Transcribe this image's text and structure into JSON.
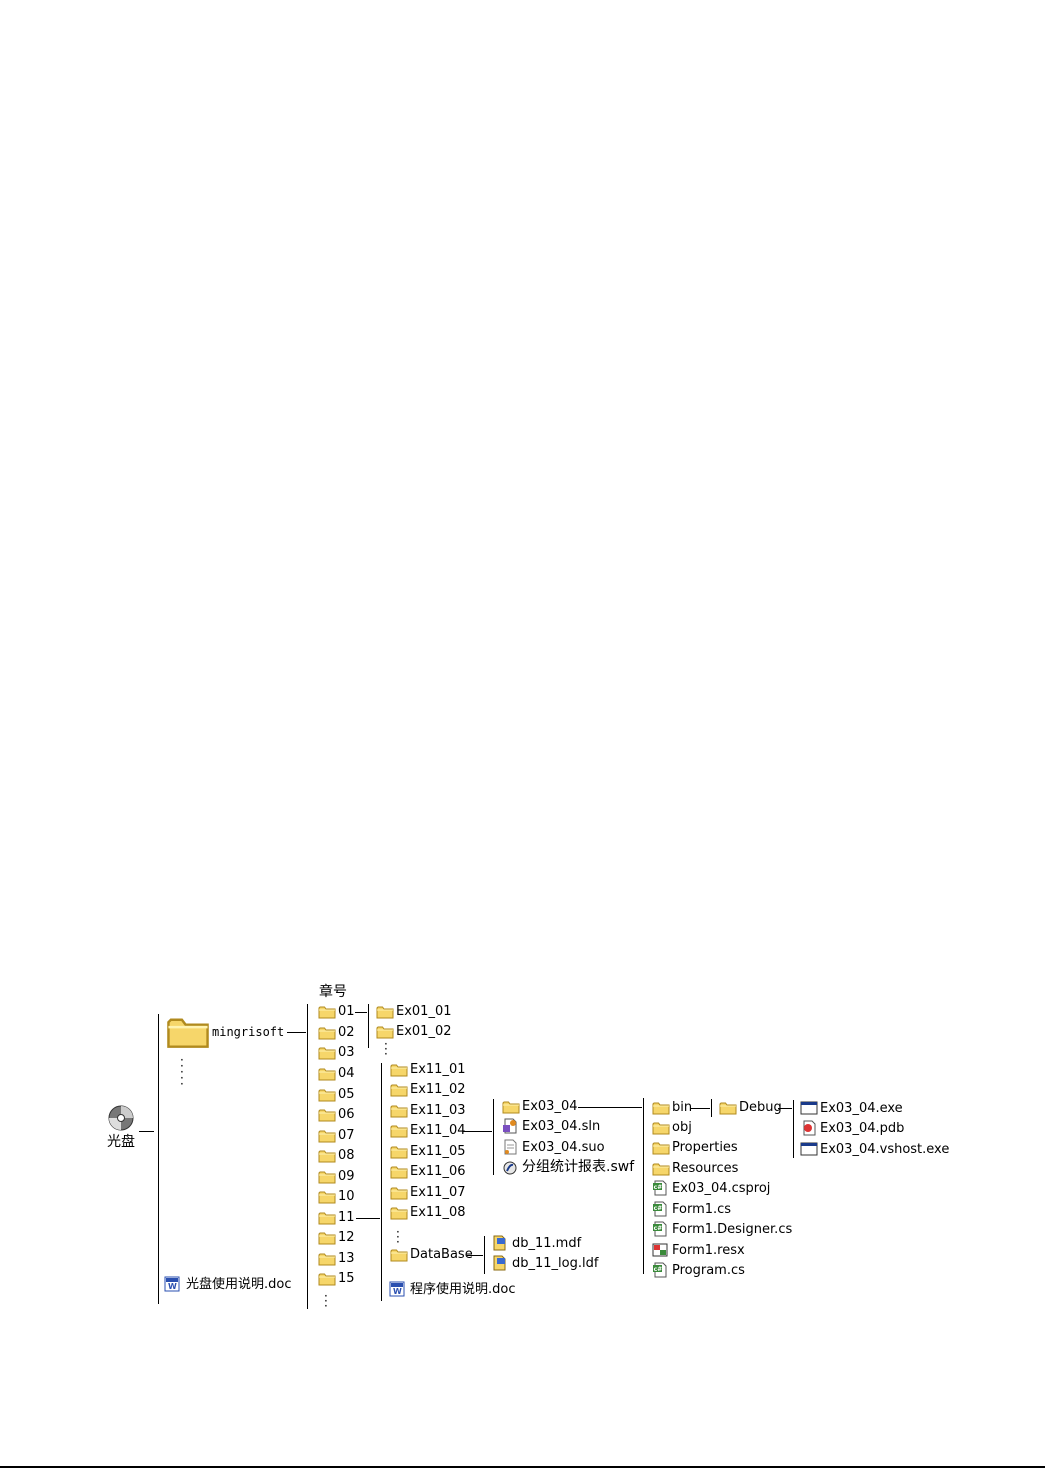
{
  "root": {
    "label": "光盘",
    "icon": "cd-disc-icon"
  },
  "level1": {
    "folder": "mingrisoft",
    "doc": "光盘使用说明.doc",
    "ellipsis": "⋮"
  },
  "chapters": {
    "header": "章号",
    "items": [
      "01",
      "02",
      "03",
      "04",
      "05",
      "06",
      "07",
      "08",
      "09",
      "10",
      "11",
      "12",
      "13",
      "15"
    ],
    "ellipsis": "⋮"
  },
  "ch01": {
    "items": [
      "Ex01_01",
      "Ex01_02"
    ],
    "ellipsis": "⋮"
  },
  "ch11": {
    "items": [
      "Ex11_01",
      "Ex11_02",
      "Ex11_03",
      "Ex11_04",
      "Ex11_05",
      "Ex11_06",
      "Ex11_07",
      "Ex11_08"
    ],
    "ellipsis": "⋮",
    "database": "DataBase",
    "doc": "程序使用说明.doc"
  },
  "database_files": [
    "db_11.mdf",
    "db_11_log.ldf"
  ],
  "ex11_04": {
    "items": [
      "Ex03_04",
      "Ex03_04.sln",
      "Ex03_04.suo",
      "分组统计报表.swf"
    ]
  },
  "ex03_04": {
    "items": [
      "bin",
      "obj",
      "Properties",
      "Resources",
      "Ex03_04.csproj",
      "Form1.cs",
      "Form1.Designer.cs",
      "Form1.resx",
      "Program.cs"
    ]
  },
  "bin": {
    "items": [
      "Debug"
    ]
  },
  "debug": {
    "items": [
      "Ex03_04.exe",
      "Ex03_04.pdb",
      "Ex03_04.vshost.exe"
    ]
  },
  "colors": {
    "folder_fill": "#f6d66a",
    "folder_edge": "#b08a1e",
    "csharp_green": "#3a8a3a",
    "word_blue": "#2a4fb0"
  }
}
